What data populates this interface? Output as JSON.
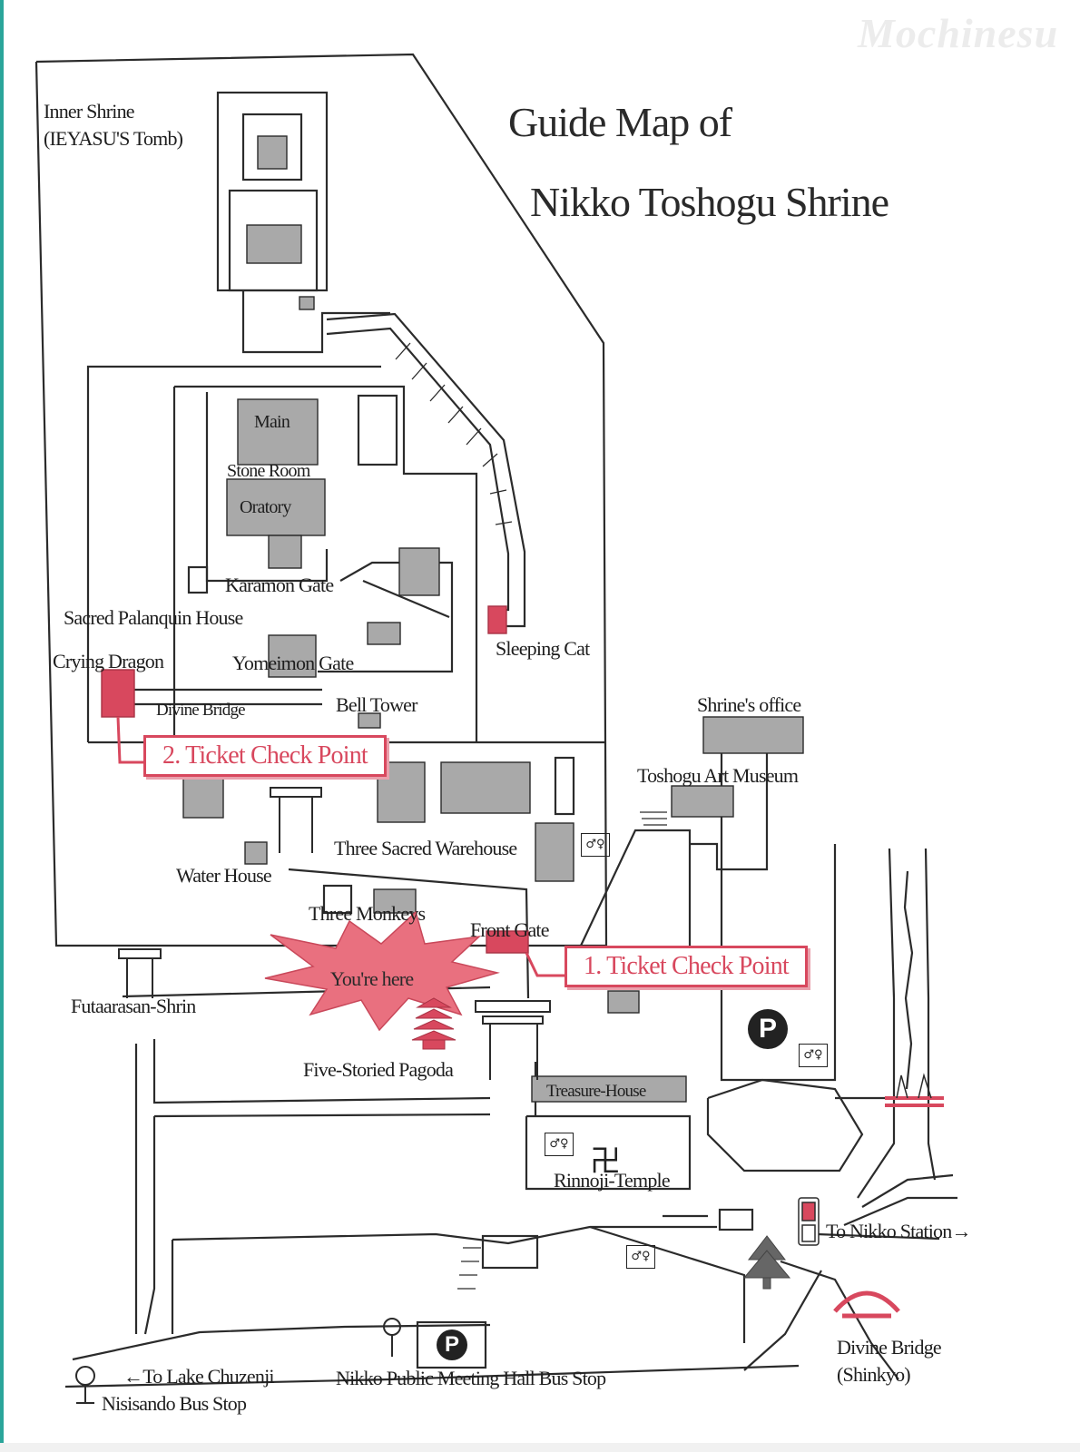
{
  "watermark": "Mochinesu",
  "title": {
    "line1": "Guide Map of",
    "line2": "Nikko Toshogu Shrine"
  },
  "labels": {
    "inner_shrine": "Inner Shrine",
    "inner_shrine_sub": "(IEYASU'S Tomb)",
    "main": "Main",
    "stone_room": "Stone Room",
    "oratory": "Oratory",
    "karamon_gate": "Karamon Gate",
    "sacred_palanquin_house": "Sacred Palanquin House",
    "crying_dragon": "Crying Dragon",
    "yomeimon_gate": "Yomeimon Gate",
    "sleeping_cat": "Sleeping Cat",
    "divine_bridge_inner": "Divine Bridge",
    "bell_tower": "Bell Tower",
    "shrines_office": "Shrine's office",
    "toshogu_art_museum": "Toshogu Art Museum",
    "three_sacred_warehouse": "Three Sacred Warehouse",
    "water_house": "Water House",
    "three_monkeys": "Three Monkeys",
    "front_gate": "Front Gate",
    "futaarasan_shrin": "Futaarasan-Shrin",
    "five_storied_pagoda": "Five-Storied Pagoda",
    "treasure_house": "Treasure-House",
    "rinnoji_temple": "Rinnoji-Temple",
    "to_nikko_station": "To Nikko Station→",
    "to_lake_chuzenji": "←To Lake Chuzenji",
    "nisisando_bus_stop": "Nisisando Bus Stop",
    "nikko_public_bus_stop": "Nikko Public Meeting Hall Bus Stop",
    "divine_bridge_shinkyo": "Divine Bridge",
    "shinkyo": "(Shinkyo)"
  },
  "tickets": {
    "first": "1. Ticket Check Point",
    "second": "2. Ticket Check Point"
  },
  "you_are_here": "You're here",
  "icons": {
    "parking": "P",
    "temple": "卍",
    "restroom": "🚻",
    "bus_stop": "bus-stop-icon",
    "tree": "tree-icon"
  },
  "colors": {
    "accent": "#d8485e",
    "building": "#a9a9a9",
    "line": "#2b2b2b",
    "teal_edge": "#2aa59a"
  }
}
